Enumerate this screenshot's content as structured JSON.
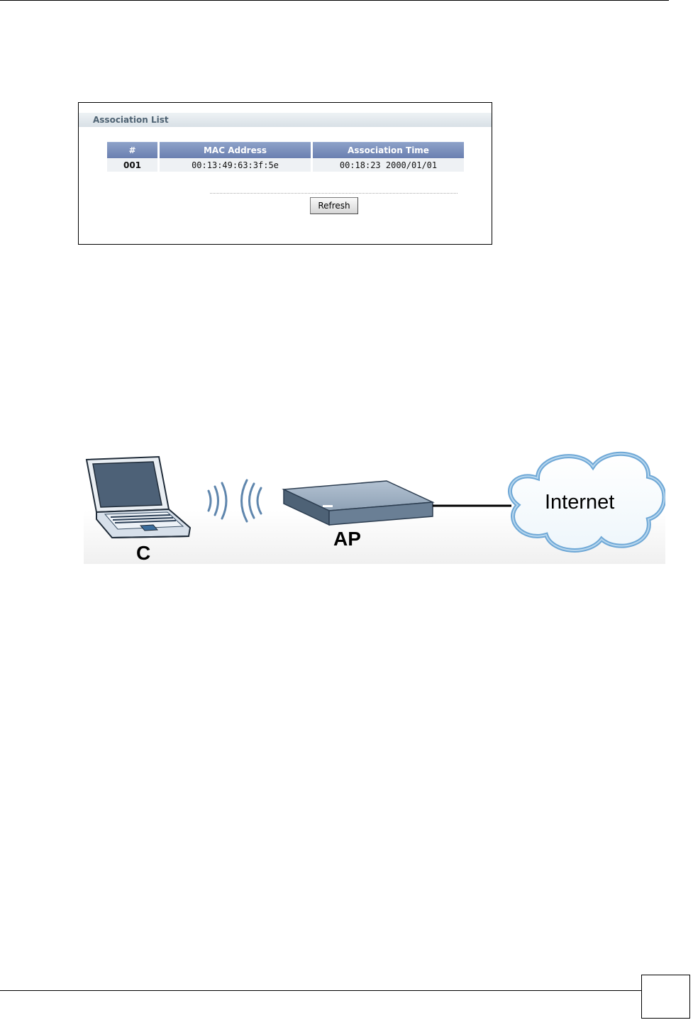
{
  "association_list": {
    "title": "Association List",
    "columns": [
      "#",
      "MAC Address",
      "Association Time"
    ],
    "rows": [
      {
        "index": "001",
        "mac": "00:13:49:63:3f:5e",
        "time": "00:18:23 2000/01/01"
      }
    ],
    "refresh_label": "Refresh"
  },
  "diagram": {
    "client_label": "C",
    "ap_label": "AP",
    "internet_label": "Internet"
  }
}
